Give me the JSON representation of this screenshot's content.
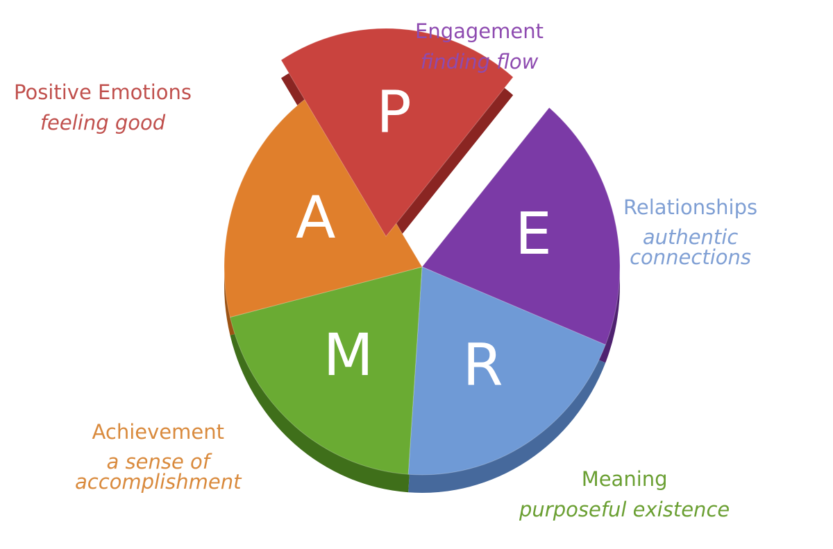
{
  "chart_data": {
    "type": "pie",
    "slices": [
      {
        "letter": "E",
        "name": "Engagement",
        "description": "finding flow",
        "value": 20,
        "color": "#7b3aa6",
        "side_color": "#4f2270"
      },
      {
        "letter": "R",
        "name": "Relationships",
        "description": "authentic\nconnections",
        "value": 20,
        "color": "#6f9ad6",
        "side_color": "#46699c"
      },
      {
        "letter": "M",
        "name": "Meaning",
        "description": "purposeful existence",
        "value": 20,
        "color": "#6aab33",
        "side_color": "#3f6f1a"
      },
      {
        "letter": "A",
        "name": "Achievement",
        "description": "a sense of\naccomplishment",
        "value": 20,
        "color": "#e07f2c",
        "side_color": "#9c5314"
      },
      {
        "letter": "P",
        "name": "Positive Emotions",
        "description": "feeling good",
        "value": 20,
        "color": "#c9433e",
        "side_color": "#8a2522",
        "exploded": true
      }
    ],
    "start_angle_deg": -50,
    "three_d": true
  },
  "caption_colors": {
    "E": "#8e4bb0",
    "P": "#c0504d",
    "R": "#7f9fd4",
    "A": "#d98a3d",
    "M": "#6a9f32"
  }
}
